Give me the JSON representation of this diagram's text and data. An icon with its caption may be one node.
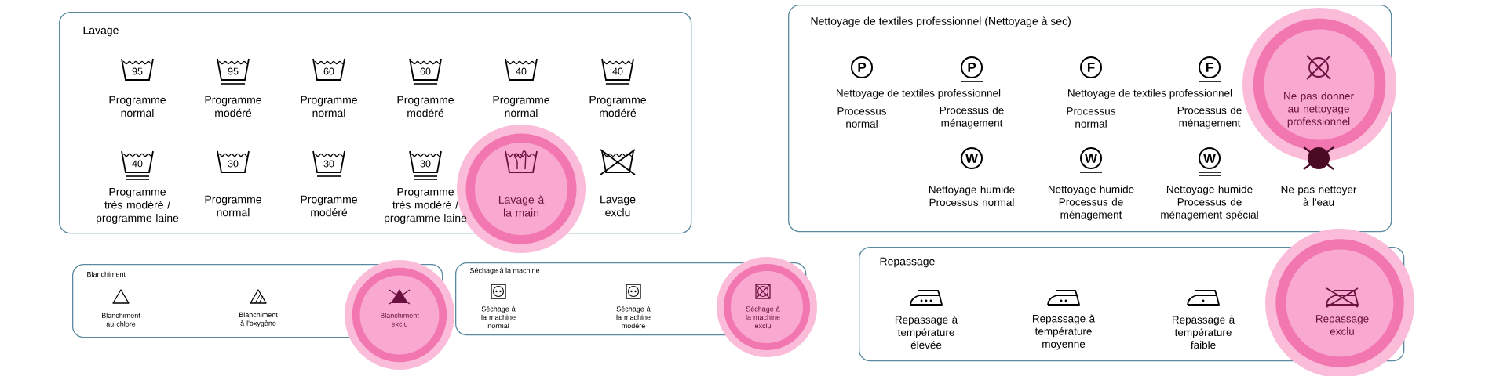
{
  "diagram": {
    "nodes": [
      {
        "text": [
          "Lavage"
        ]
      },
      {
        "text": [
          "95",
          "Programme normal"
        ],
        "in": 0
      },
      {
        "text": [
          "95",
          "Programme modéré"
        ],
        "in": 0
      },
      {
        "text": [
          "60",
          "Programme normal"
        ],
        "in": 0
      },
      {
        "text": [
          "60",
          "Programme modéré"
        ],
        "in": 0
      },
      {
        "text": [
          "40",
          "Programme normal"
        ],
        "in": 0
      },
      {
        "text": [
          "40",
          "Programme modéré"
        ],
        "in": 0
      },
      {
        "text": [
          "40",
          "Programme très modéré / programme laine"
        ],
        "in": 0
      },
      {
        "text": [
          "30",
          "Programme normal"
        ],
        "in": 0
      },
      {
        "text": [
          "30",
          "Programme modéré"
        ],
        "in": 0
      },
      {
        "text": [
          "30",
          "Programme très modéré / programme laine"
        ],
        "in": 0
      },
      {
        "text": [
          "Lavage à la main"
        ],
        "in": 0
      },
      {
        "text": [
          "Lavage exclu"
        ],
        "in": 0
      },
      {
        "text": [
          "Nettoyage de textiles professionnel (Nettoyage à sec)"
        ]
      },
      {
        "text": [
          "P",
          "Processus normal"
        ],
        "in": 13
      },
      {
        "text": [
          "P",
          "Processus de ménagement"
        ],
        "in": 13
      },
      {
        "text": [
          "F",
          "Processus normal"
        ],
        "in": 13
      },
      {
        "text": [
          "F",
          "Processus de ménagement"
        ],
        "in": 13
      },
      {
        "text": [
          "Ne pas donner au nettoyage professionnel"
        ],
        "in": 13
      },
      {
        "text": [
          "W",
          "Nettoyage humide Processus normal"
        ],
        "in": 13
      },
      {
        "text": [
          "W",
          "Nettoyage humide Processus de ménagement"
        ],
        "in": 13
      },
      {
        "text": [
          "W",
          "Nettoyage humide Processus de ménagement spécial"
        ],
        "in": 13
      },
      {
        "text": [
          "Ne pas nettoyer à l'eau"
        ],
        "in": 13
      },
      {
        "text": [
          "Blanchiment"
        ]
      },
      {
        "text": [
          "Blanchiment au chlore"
        ],
        "in": 23
      },
      {
        "text": [
          "Blanchiment à l'oxygène"
        ],
        "in": 23
      },
      {
        "text": [
          "Blanchiment exclu"
        ],
        "in": 23
      },
      {
        "text": [
          "Séchage à la machine"
        ]
      },
      {
        "text": [
          "Séchage à la machine normal"
        ],
        "in": 27
      },
      {
        "text": [
          "Séchage à la machine modéré"
        ],
        "in": 27
      },
      {
        "text": [
          "Séchage à la machine exclu"
        ],
        "in": 27
      },
      {
        "text": [
          "Repassage"
        ]
      },
      {
        "text": [
          "Repassage à température élevée"
        ],
        "in": 31
      },
      {
        "text": [
          "Repassage à température moyenne"
        ],
        "in": 31
      },
      {
        "text": [
          "Repassage à température faible"
        ],
        "in": 31
      },
      {
        "text": [
          "Repassage exclu"
        ],
        "in": 31
      }
    ],
    "labels": [
      "Nettoyage de textiles professionnel",
      "Nettoyage de textiles professionnel"
    ]
  }
}
